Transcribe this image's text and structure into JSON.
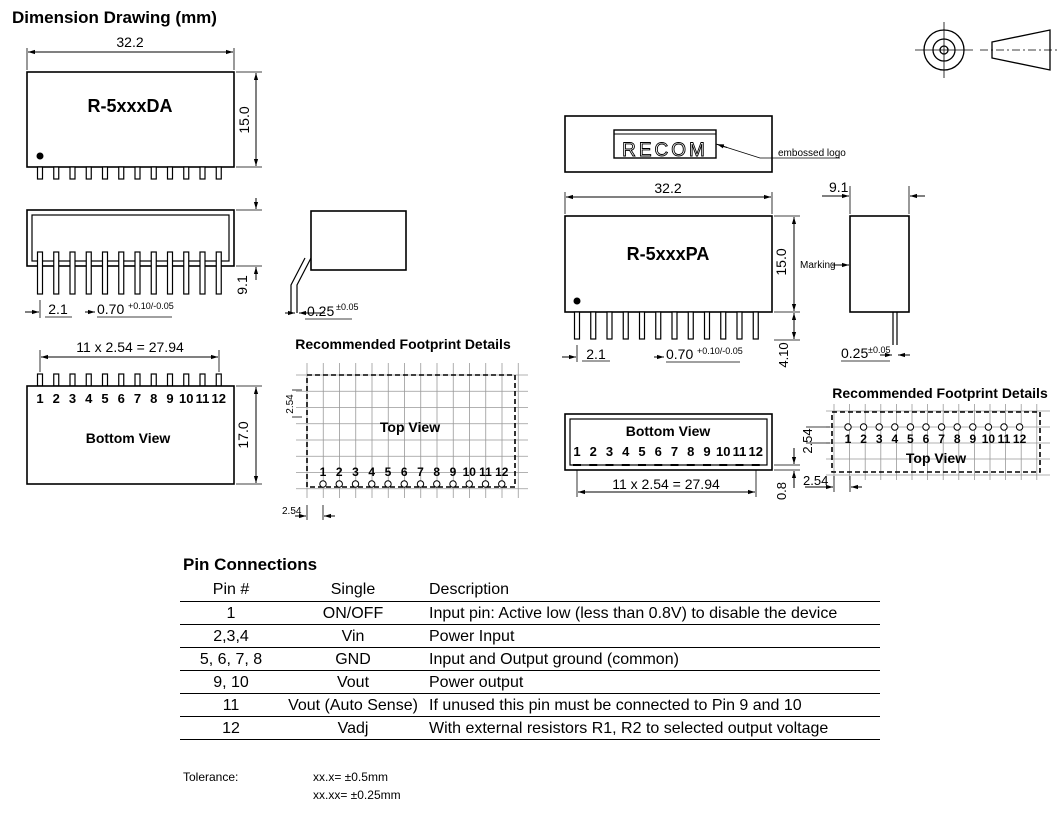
{
  "title": "Dimension Drawing (mm)",
  "da": {
    "label": "R-5xxxDA",
    "width": "32.2",
    "height": "15.0",
    "side_height": "9.1",
    "pin_offset": "2.1",
    "pin_width": "0.70",
    "pin_width_tol": "+0.10/-0.05",
    "pin_thickness": "0.25",
    "pin_thickness_tol": "±0.05",
    "pitch_label": "11 x 2.54 = 27.94",
    "bottom_height": "17.0",
    "bottom_view": "Bottom View"
  },
  "footprint_left": {
    "title": "Recommended Footprint Details",
    "top_view": "Top View",
    "grid_v": "2.54",
    "grid_h": "2.54"
  },
  "pa": {
    "label": "R-5xxxPA",
    "logo": "RECOM",
    "embossed": "embossed logo",
    "width": "32.2",
    "height": "15.0",
    "pin_len": "4.10",
    "pin_offset": "2.1",
    "pin_width": "0.70",
    "pin_width_tol": "+0.10/-0.05",
    "side_width": "9.1",
    "marking": "Marking",
    "pin_thickness": "0.25",
    "pin_thickness_tol": "±0.05",
    "bottom_view": "Bottom View",
    "pitch_label": "11 x 2.54 = 27.94",
    "standoff": "0.8"
  },
  "footprint_right": {
    "title": "Recommended Footprint Details",
    "top_view": "Top View",
    "grid_v": "2.54",
    "grid_h": "2.54"
  },
  "pin_numbers": [
    "1",
    "2",
    "3",
    "4",
    "5",
    "6",
    "7",
    "8",
    "9",
    "10",
    "11",
    "12"
  ],
  "pin_connections": {
    "title": "Pin Connections",
    "headers": [
      "Pin #",
      "Single",
      "Description"
    ],
    "rows": [
      [
        "1",
        "ON/OFF",
        "Input pin: Active low (less than 0.8V) to disable the device"
      ],
      [
        "2,3,4",
        "Vin",
        "Power Input"
      ],
      [
        "5, 6, 7, 8",
        "GND",
        "Input and Output ground (common)"
      ],
      [
        "9, 10",
        "Vout",
        "Power output"
      ],
      [
        "11",
        "Vout (Auto Sense)",
        "If unused this pin must be connected to Pin 9 and 10"
      ],
      [
        "12",
        "Vadj",
        "With external resistors R1, R2 to selected output voltage"
      ]
    ]
  },
  "tolerance": {
    "label": "Tolerance:",
    "line1": "xx.x= ±0.5mm",
    "line2": "xx.xx= ±0.25mm"
  }
}
